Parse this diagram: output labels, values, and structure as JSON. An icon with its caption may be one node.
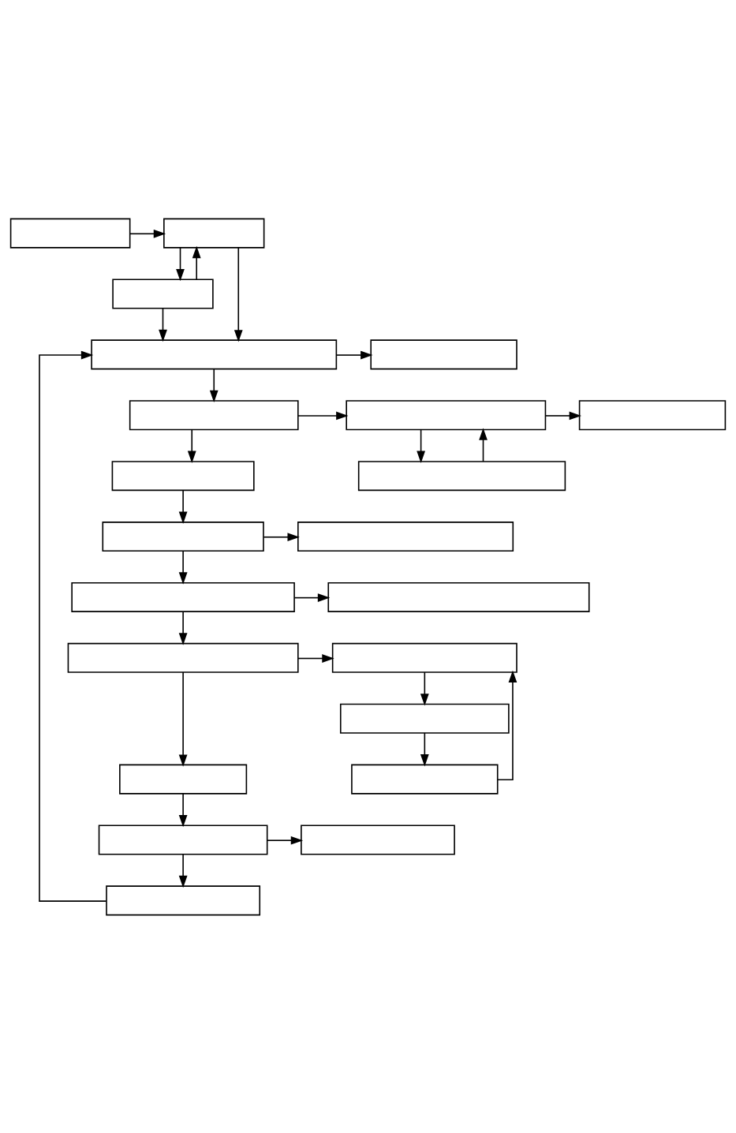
{
  "diagram": {
    "nodes": [
      {
        "text": [],
        "shape": "box"
      },
      {
        "text": [],
        "shape": "box"
      },
      {
        "text": [],
        "shape": "box"
      },
      {
        "text": [],
        "shape": "box"
      },
      {
        "text": [],
        "shape": "box"
      },
      {
        "text": [],
        "shape": "box"
      },
      {
        "text": [],
        "shape": "box"
      },
      {
        "text": [],
        "shape": "box"
      },
      {
        "text": [],
        "shape": "box"
      },
      {
        "text": [],
        "shape": "box"
      },
      {
        "text": [],
        "shape": "box"
      },
      {
        "text": [],
        "shape": "box"
      },
      {
        "text": [],
        "shape": "box"
      },
      {
        "text": [],
        "shape": "box"
      },
      {
        "text": [],
        "shape": "box"
      },
      {
        "text": [],
        "shape": "box"
      },
      {
        "text": [],
        "shape": "box"
      },
      {
        "text": [],
        "shape": "box"
      },
      {
        "text": [],
        "shape": "box"
      },
      {
        "text": [],
        "shape": "box"
      },
      {
        "text": [],
        "shape": "box"
      },
      {
        "text": [],
        "shape": "box"
      }
    ],
    "edges": [
      {
        "from": 0,
        "to": 1,
        "arrow": "to"
      },
      {
        "from": 1,
        "to": 2,
        "arrow": "to"
      },
      {
        "from": 2,
        "to": 1,
        "arrow": "to"
      },
      {
        "from": 1,
        "to": 3,
        "arrow": "to"
      },
      {
        "from": 2,
        "to": 3,
        "arrow": "to"
      },
      {
        "from": 3,
        "to": 4,
        "arrow": "to"
      },
      {
        "from": 3,
        "to": 5,
        "arrow": "to"
      },
      {
        "from": 5,
        "to": 6,
        "arrow": "to"
      },
      {
        "from": 6,
        "to": 7,
        "arrow": "to"
      },
      {
        "from": 6,
        "to": 9,
        "arrow": "to"
      },
      {
        "from": 9,
        "to": 6,
        "arrow": "to"
      },
      {
        "from": 5,
        "to": 8,
        "arrow": "to"
      },
      {
        "from": 8,
        "to": 10,
        "arrow": "to"
      },
      {
        "from": 10,
        "to": 11,
        "arrow": "to"
      },
      {
        "from": 10,
        "to": 12,
        "arrow": "to"
      },
      {
        "from": 12,
        "to": 13,
        "arrow": "to"
      },
      {
        "from": 12,
        "to": 14,
        "arrow": "to"
      },
      {
        "from": 14,
        "to": 15,
        "arrow": "to"
      },
      {
        "from": 15,
        "to": 16,
        "arrow": "to"
      },
      {
        "from": 16,
        "to": 18,
        "arrow": "to"
      },
      {
        "from": 18,
        "to": 15,
        "arrow": "to"
      },
      {
        "from": 14,
        "to": 17,
        "arrow": "to"
      },
      {
        "from": 17,
        "to": 19,
        "arrow": "to"
      },
      {
        "from": 19,
        "to": 20,
        "arrow": "to"
      },
      {
        "from": 19,
        "to": 21,
        "arrow": "to"
      },
      {
        "from": 21,
        "to": 3,
        "arrow": "to"
      }
    ]
  }
}
